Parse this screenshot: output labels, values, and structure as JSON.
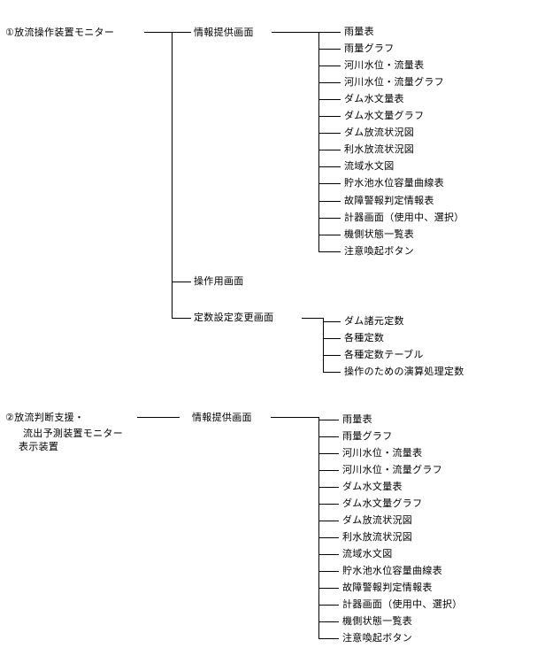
{
  "diagram": {
    "section1": {
      "root_label": "①放流操作装置モニター",
      "branch_info": "情報提供画面",
      "branch_ops": "操作用画面",
      "branch_const": "定数設定変更画面",
      "info_items": [
        "雨量表",
        "雨量グラフ",
        "河川水位・流量表",
        "河川水位・流量グラフ",
        "ダム水文量表",
        "ダム水文量グラフ",
        "ダム放流状況図",
        "利水放流状況図",
        "流域水文図",
        "貯水池水位容量曲線表",
        "故障警報判定情報表",
        "計器画面（使用中、選択）",
        "機側状態一覧表",
        "注意喚起ボタン"
      ],
      "const_items": [
        "ダム諸元定数",
        "各種定数",
        "各種定数テーブル",
        "操作のための演算処理定数"
      ]
    },
    "section2": {
      "root_lines": [
        "②放流判断支援・",
        "流出予測装置モニター",
        "表示装置"
      ],
      "branch_info": "情報提供画面",
      "info_items": [
        "雨量表",
        "雨量グラフ",
        "河川水位・流量表",
        "河川水位・流量グラフ",
        "ダム水文量表",
        "ダム水文量グラフ",
        "ダム放流状況図",
        "利水放流状況図",
        "流域水文図",
        "貯水池水位容量曲線表",
        "故障警報判定情報表",
        "計器画面（使用中、選択）",
        "機側状態一覧表",
        "注意喚起ボタン"
      ]
    }
  }
}
